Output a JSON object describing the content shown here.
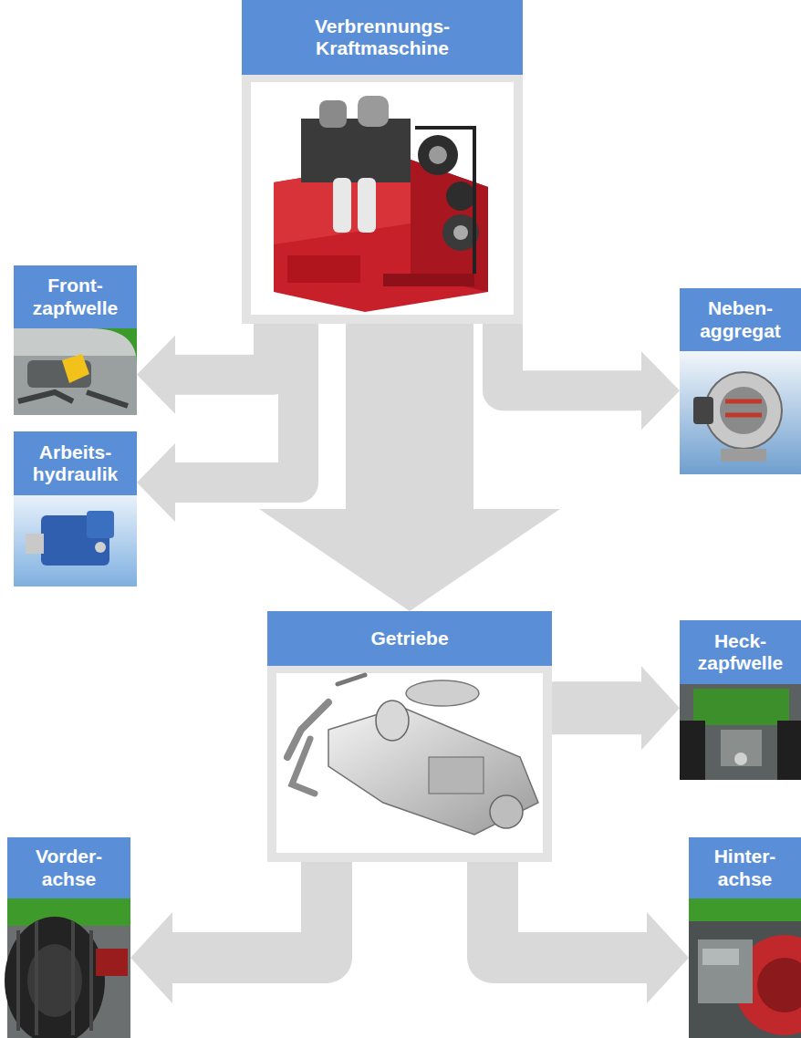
{
  "diagram": {
    "nodes": [
      {
        "text": [
          "Verbrennungs- Kraftmaschine"
        ]
      },
      {
        "text": [
          "Front- zapfwelle"
        ]
      },
      {
        "text": [
          "Arbeits- hydraulik"
        ]
      },
      {
        "text": [
          "Neben- aggregat"
        ]
      },
      {
        "text": [
          "Getriebe"
        ]
      },
      {
        "text": [
          "Heck- zapfwelle"
        ]
      },
      {
        "text": [
          "Vorder- achse"
        ]
      },
      {
        "text": [
          "Hinter- achse"
        ]
      }
    ],
    "edges": [
      {
        "from": 0,
        "to": 1,
        "arrow": "to"
      },
      {
        "from": 0,
        "to": 2,
        "arrow": "to"
      },
      {
        "from": 0,
        "to": 3,
        "arrow": "to"
      },
      {
        "from": 0,
        "to": 4,
        "arrow": "to"
      },
      {
        "from": 4,
        "to": 5,
        "arrow": "to"
      },
      {
        "from": 4,
        "to": 6,
        "arrow": "to"
      },
      {
        "from": 4,
        "to": 7,
        "arrow": "to"
      }
    ]
  }
}
